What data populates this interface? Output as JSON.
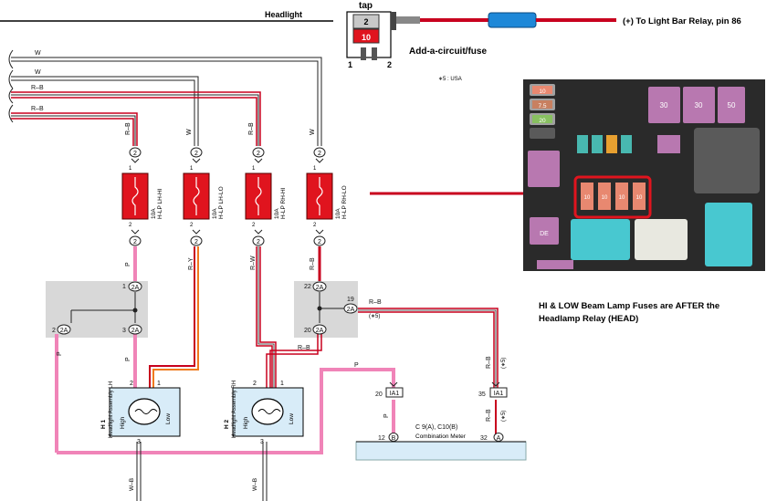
{
  "header": {
    "headlight": "Headlight"
  },
  "tap": {
    "title": "tap",
    "top_fuse": "2",
    "bottom_fuse": "10",
    "pin_left": "1",
    "pin_right": "2",
    "caption": "Add-a-circuit/fuse",
    "relay_note": "(+) To Light Bar Relay, pin 86"
  },
  "usa_note": "∗5 : USA",
  "input_wires": [
    "W",
    "W",
    "R–B",
    "R–B"
  ],
  "fuses": [
    {
      "rating": "10A",
      "name": "H-LP LH-HI",
      "top_conn": "2",
      "bottom_conn": "2",
      "pin_top": "1",
      "pin_bottom": "2",
      "upper_wire": "R–B",
      "lower_wire": "P"
    },
    {
      "rating": "10A",
      "name": "H-LP LH-LO",
      "top_conn": "2",
      "bottom_conn": "2",
      "pin_top": "1",
      "pin_bottom": "2",
      "upper_wire": "W",
      "lower_wire": "R–Y"
    },
    {
      "rating": "10A",
      "name": "H-LP RH-HI",
      "top_conn": "2",
      "bottom_conn": "2",
      "pin_top": "1",
      "pin_bottom": "2",
      "upper_wire": "R–B",
      "lower_wire": "R–W"
    },
    {
      "rating": "10A",
      "name": "H-LP RH-LO",
      "top_conn": "2",
      "bottom_conn": "2",
      "pin_top": "1",
      "pin_bottom": "2",
      "upper_wire": "W",
      "lower_wire": "R–B"
    }
  ],
  "junctions": {
    "left": {
      "conn": "2A",
      "pin_top": "1",
      "pin_left": "2",
      "pin_right": "3"
    },
    "right": {
      "conn": "2A",
      "pin_top": "22",
      "pin_right": "19",
      "pin_bottom": "20",
      "wire_out": "R–B",
      "wire_note": "(∗5)"
    }
  },
  "headlights": [
    {
      "id": "H 1",
      "name": "Headlight Assembly LH",
      "high": "High",
      "low": "Low",
      "pin_left": "2",
      "pin_right": "1",
      "pin_bottom": "3",
      "ground_wire": "W–B",
      "feed_wire": "P"
    },
    {
      "id": "H 2",
      "name": "Headlight Assembly RH",
      "high": "High",
      "low": "Low",
      "pin_left": "2",
      "pin_right": "1",
      "pin_bottom": "3",
      "ground_wire": "W–B",
      "feed_wire": "R–B"
    }
  ],
  "meter": {
    "title": "C 9(A), C10(B)",
    "subtitle": "Combination Meter",
    "left_conn": "IA1",
    "left_pin": "20",
    "left_wire": "P",
    "left_bottom_pin": "12",
    "left_bottom_conn": "B",
    "right_conn": "IA1",
    "right_pin": "35",
    "right_wire": "R–B",
    "right_note": "(∗5)",
    "right_bottom_pin": "32",
    "right_bottom_conn": "A",
    "wire_p_label": "P"
  },
  "fusebox_photo": {
    "fuse_labels": [
      "10",
      "7.5",
      "20",
      "30",
      "30",
      "50",
      "10",
      "10",
      "10",
      "10",
      "DE"
    ]
  },
  "note": {
    "line1": "HI & LOW Beam Lamp Fuses are AFTER the",
    "line2": "Headlamp Relay (HEAD)"
  },
  "colors": {
    "pink": "#f084b8",
    "red": "#c8001e",
    "fuse_red": "#e0141e",
    "orange": "#f07a1e",
    "blue": "#d8ecf8",
    "gray": "#d8d8d8"
  }
}
